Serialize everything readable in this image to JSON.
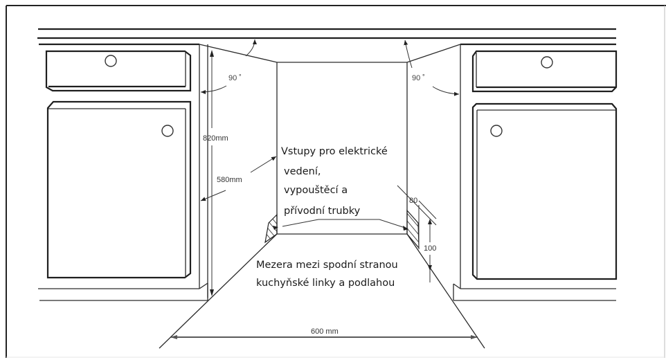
{
  "diagram": {
    "title": "Built-in dishwasher installation dimensions",
    "angles": {
      "left": "90 ˚",
      "right": "90 ˚"
    },
    "dimensions": {
      "height": "820mm",
      "depth": "580mm",
      "width": "600 mm",
      "plinth_depth": "80",
      "plinth_height": "100"
    },
    "annotations": {
      "inlets": {
        "lines": [
          "Vstupy pro elektrické",
          "vedení,",
          "vypouštěcí a",
          "přívodní  trubky"
        ]
      },
      "gap": {
        "lines": [
          "Mezera mezi spodní stranou",
          "kuchyňské linky a podlahou"
        ]
      }
    },
    "colors": {
      "line": "#1e1e1e",
      "background": "#ffffff",
      "frame": "#222222"
    }
  }
}
